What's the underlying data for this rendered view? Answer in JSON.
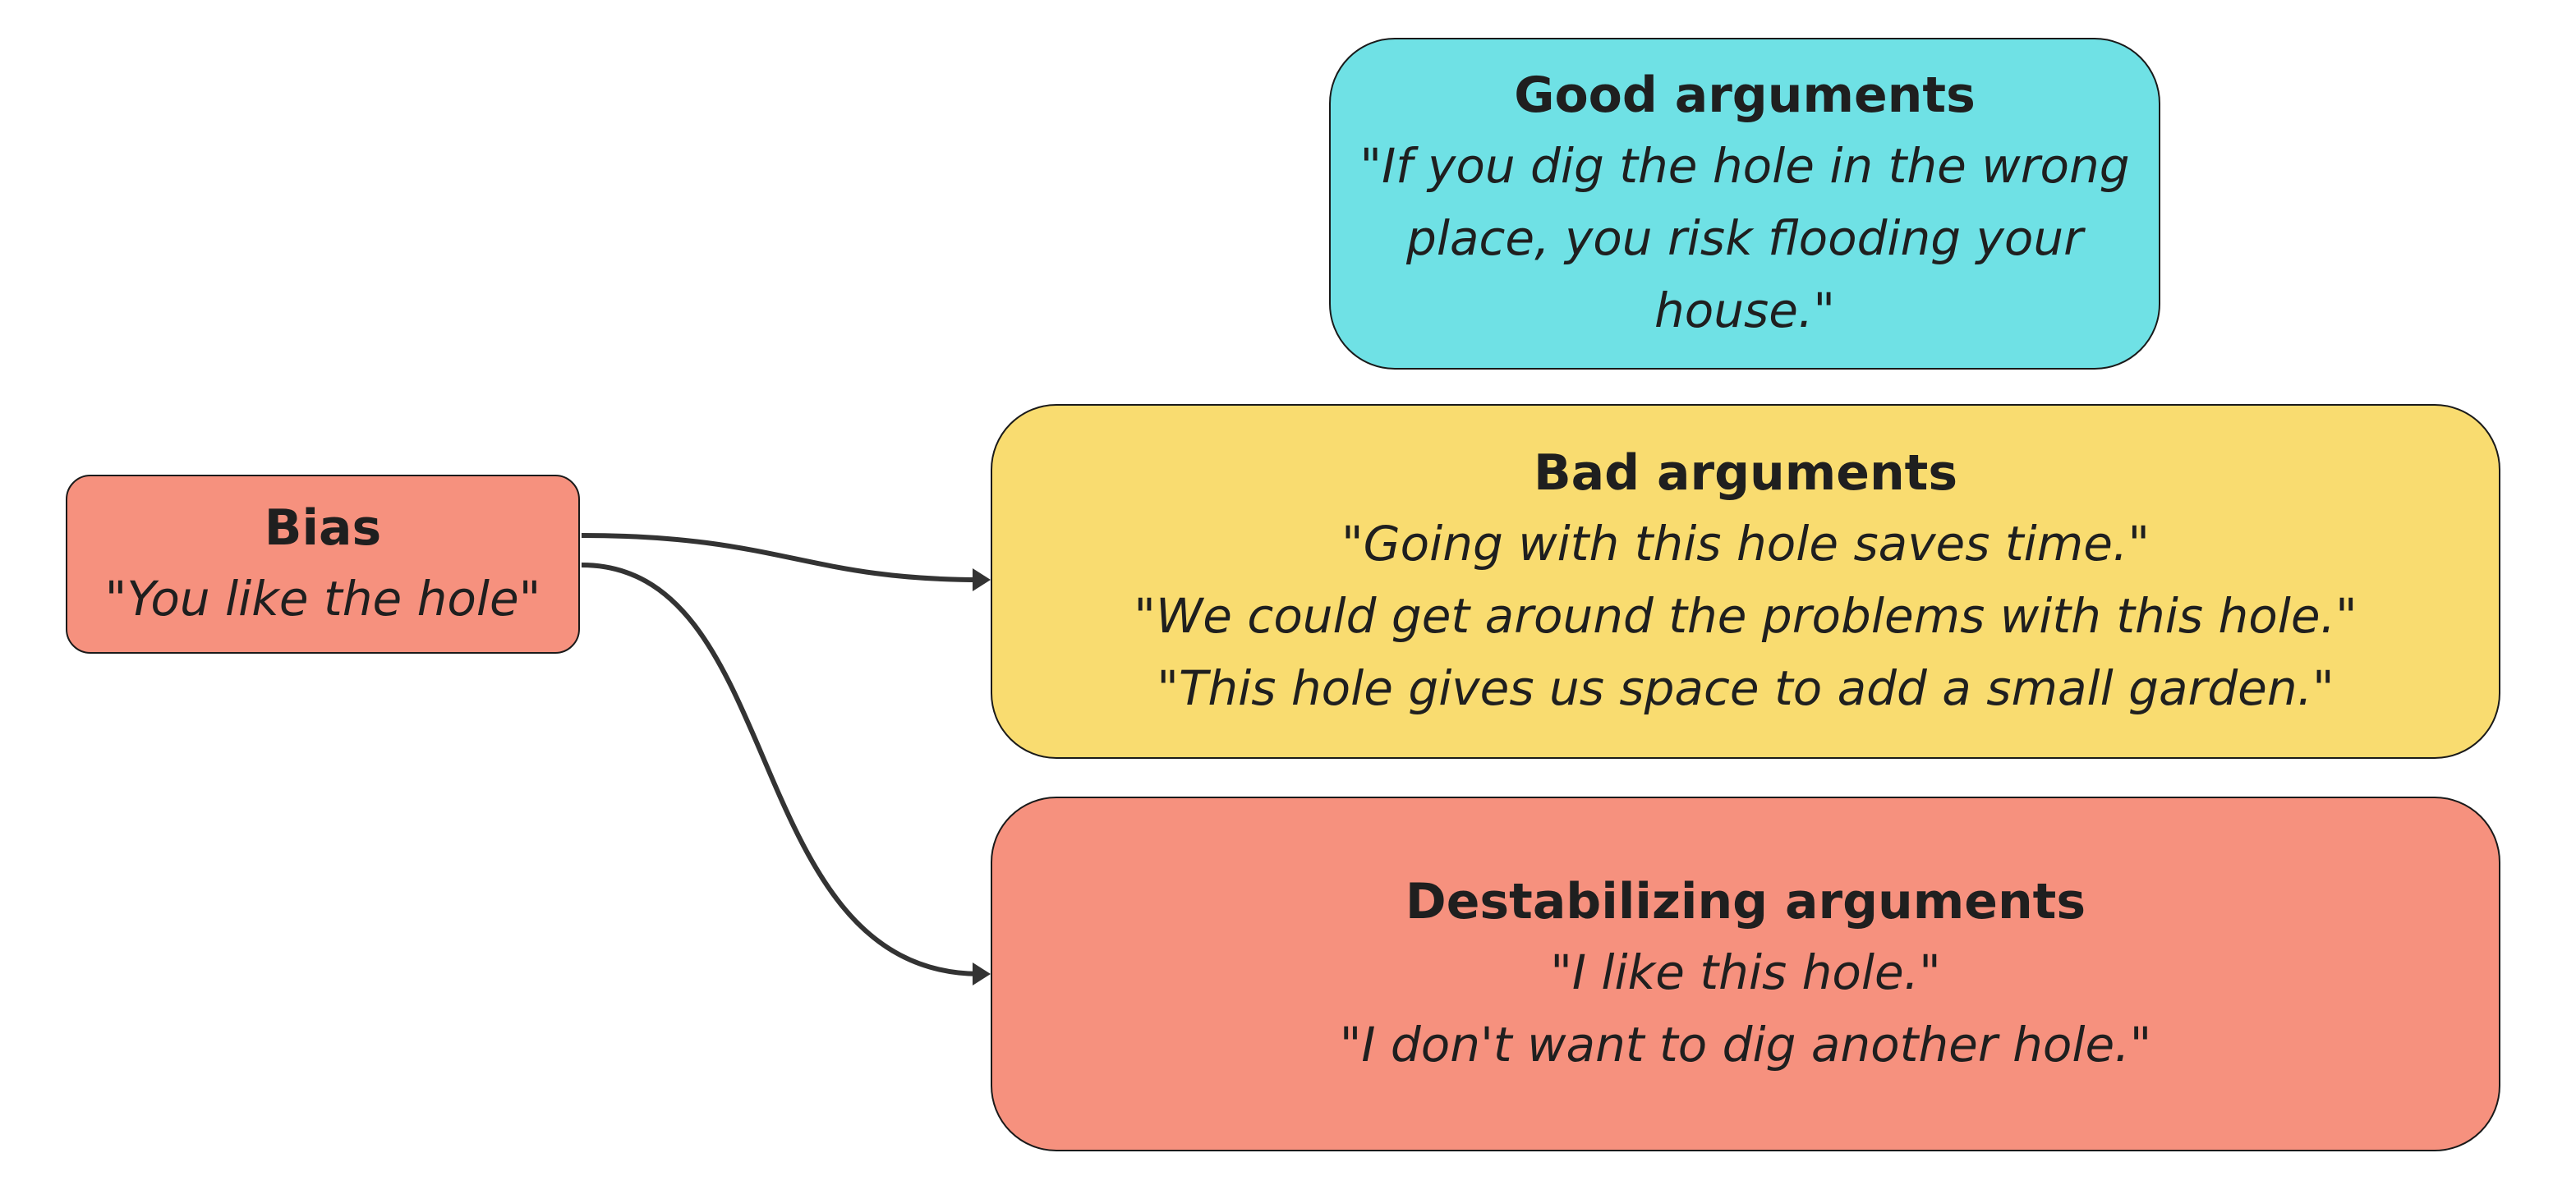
{
  "colors": {
    "good": "#6fe1e5",
    "bad": "#f9dc70",
    "destabilizing": "#f6917e",
    "bias": "#f6917e",
    "border": "#1a1a1a",
    "connector": "#333333"
  },
  "nodes": {
    "good": {
      "title": "Good arguments",
      "lines": [
        "\"If you dig the hole in the wrong place, you risk flooding your house.\""
      ]
    },
    "bad": {
      "title": "Bad arguments",
      "lines": [
        "\"Going with this hole saves time.\"",
        "\"We could get around the problems with this hole.\"",
        "\"This hole gives us space to add a small garden.\""
      ]
    },
    "destabilizing": {
      "title": "Destabilizing arguments",
      "lines": [
        "\"I like this hole.\"",
        "\"I don't want to dig another hole.\""
      ]
    },
    "bias": {
      "title": "Bias",
      "lines": [
        "\"You like the hole\""
      ]
    }
  },
  "edges": [
    {
      "from": "Bias",
      "to": "Bad arguments"
    },
    {
      "from": "Bias",
      "to": "Destabilizing arguments"
    }
  ]
}
